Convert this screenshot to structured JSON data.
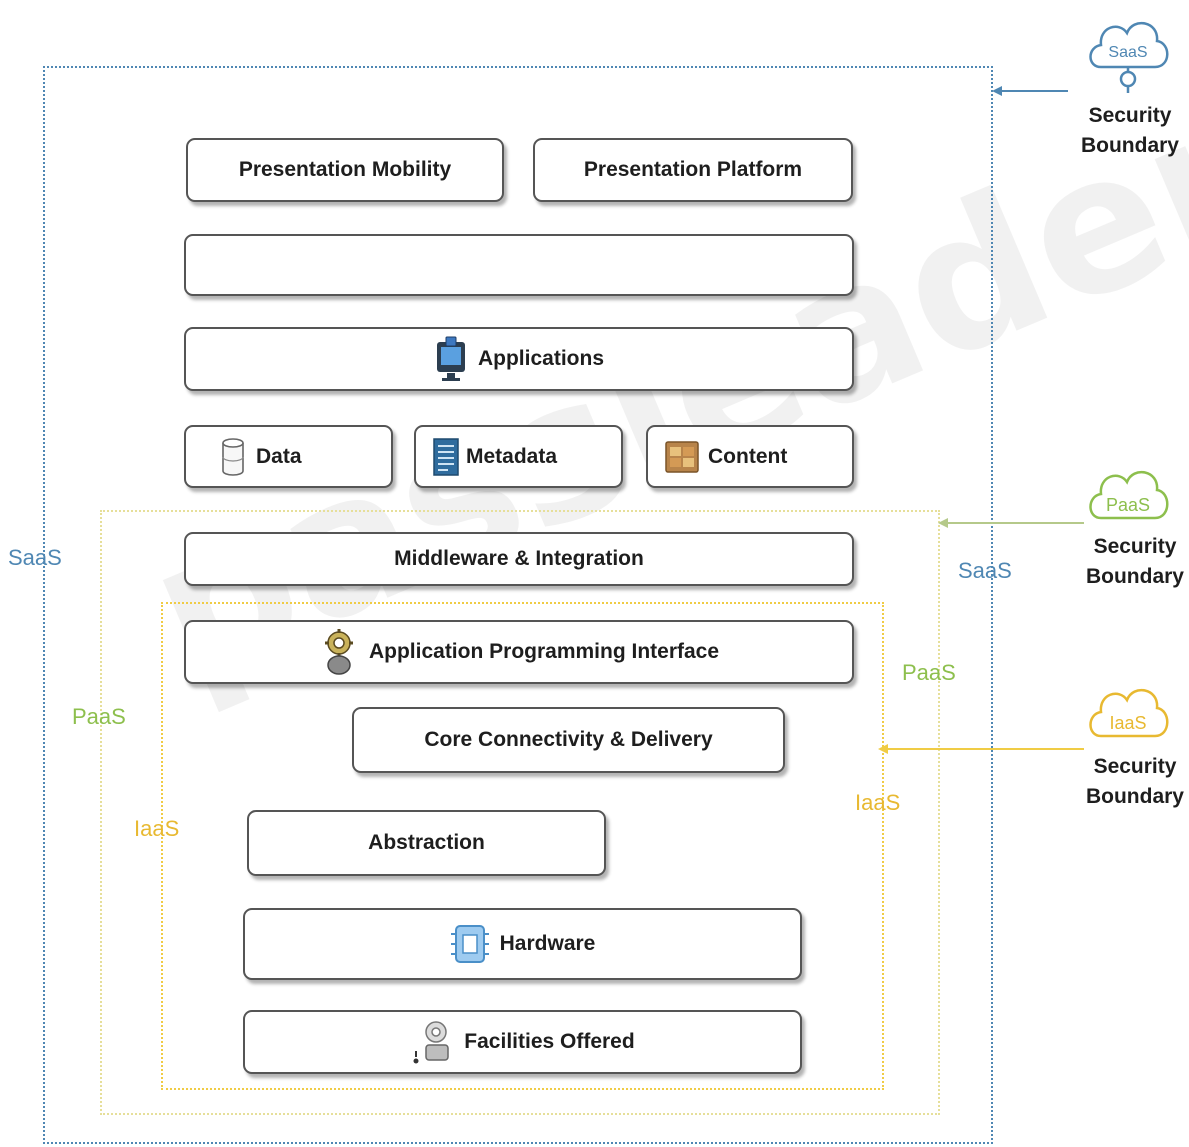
{
  "diagram": {
    "layers": {
      "presentation_mobility": "Presentation Mobility",
      "presentation_platform": "Presentation Platform",
      "blank": "",
      "applications": "Applications",
      "data": "Data",
      "metadata": "Metadata",
      "content": "Content",
      "middleware": "Middleware & Integration",
      "api": "Application Programming Interface",
      "core_connectivity": "Core Connectivity & Delivery",
      "abstraction": "Abstraction",
      "hardware": "Hardware",
      "facilities": "Facilities Offered"
    },
    "zones": {
      "saas_left": "SaaS",
      "saas_right": "SaaS",
      "paas_left": "PaaS",
      "paas_right": "PaaS",
      "iaas_left": "IaaS",
      "iaas_right": "IaaS"
    },
    "boundaries": [
      {
        "cloud_label": "SaaS",
        "line1": "Security",
        "line2": "Boundary"
      },
      {
        "cloud_label": "PaaS",
        "line1": "Security",
        "line2": "Boundary"
      },
      {
        "cloud_label": "IaaS",
        "line1": "Security",
        "line2": "Boundary"
      }
    ],
    "watermark": "passleader.com",
    "colors": {
      "saas": "#4f87b3",
      "paas": "#8dbf4d",
      "iaas": "#e8b931",
      "paas_border": "#e6df9a",
      "iaas_border": "#f0cc45"
    }
  }
}
